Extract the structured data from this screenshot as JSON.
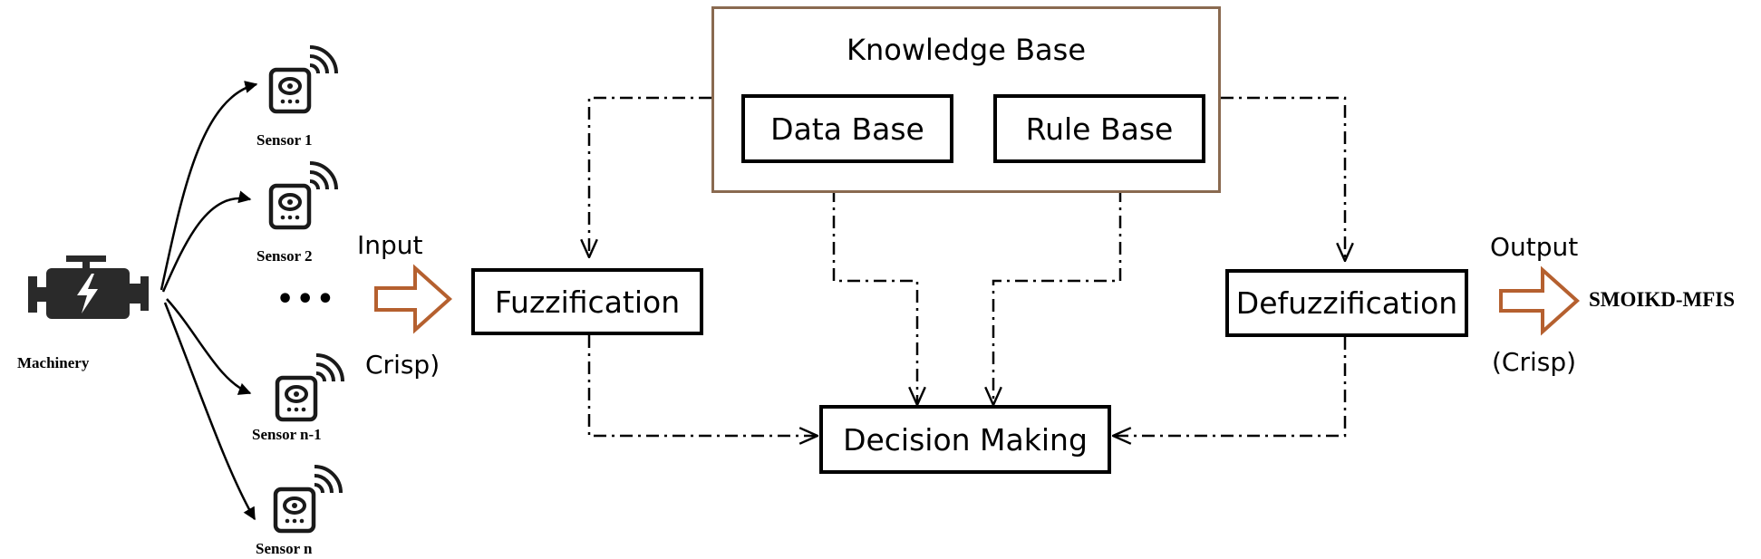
{
  "knowledge_base": {
    "title": "Knowledge Base",
    "data_base": "Data Base",
    "rule_base": "Rule Base"
  },
  "blocks": {
    "fuzzification": "Fuzzification",
    "defuzzification": "Defuzzification",
    "decision_making": "Decision Making"
  },
  "sensors": {
    "items": [
      "Sensor 1",
      "Sensor 2",
      "Sensor n-1",
      "Sensor n"
    ],
    "ellipsis": "•••"
  },
  "machinery": {
    "label": "Machinery"
  },
  "input": {
    "label": "Input",
    "sub_label": "Crisp)"
  },
  "output": {
    "label": "Output",
    "sub_label": "(Crisp)",
    "target": "SMOIKD-MFIS"
  },
  "colors": {
    "line": "#000000",
    "kb_border": "#8a6a50",
    "arrow_fill": "#ffffff",
    "arrow_stroke": "#b5602f",
    "machine": "#2a2a2a",
    "bolt": "#ffffff",
    "sensor_device": "#1a1a1a"
  },
  "icons": [
    "wifi-sensor-icon",
    "engine-icon",
    "lightning-bolt-icon",
    "hollow-arrow-icon"
  ]
}
